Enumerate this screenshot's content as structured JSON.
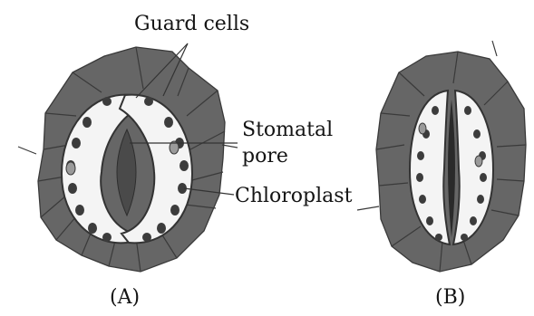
{
  "labels": {
    "guard_cells": "Guard cells",
    "stomatal": "Stomatal",
    "pore": "pore",
    "chloroplast": "Chloroplast",
    "caption_a": "(A)",
    "caption_b": "(B)"
  },
  "panels": {
    "a": {
      "state": "open stoma"
    },
    "b": {
      "state": "closed stoma"
    }
  },
  "colors": {
    "epidermal_cell": "#666666",
    "cell_wall": "#3a3a3a",
    "guard_cell": "#f4f4f4",
    "chloroplast": "#3c3c3c",
    "pore": "#4a4a4a",
    "leader_line": "#333333",
    "text": "#141414"
  }
}
